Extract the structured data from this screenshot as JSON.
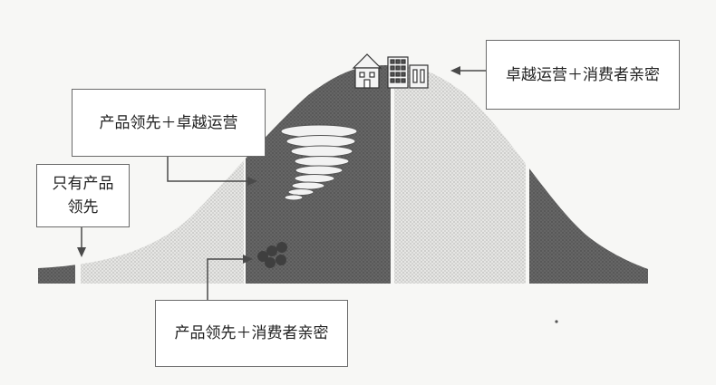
{
  "labels": {
    "top_right": "卓越运营＋消费者亲密",
    "mid_left": "产品领先＋卓越运营",
    "small_left_line1": "只有产品",
    "small_left_line2": "领先",
    "bottom": "产品领先＋消费者亲密"
  },
  "colors": {
    "dark": "#5b5b5b",
    "light": "#d9d9d7",
    "line": "#4a4a4a",
    "box_border": "#6a6a6a"
  },
  "icons": [
    "tornado-icon",
    "buildings-icon",
    "balls-icon"
  ]
}
